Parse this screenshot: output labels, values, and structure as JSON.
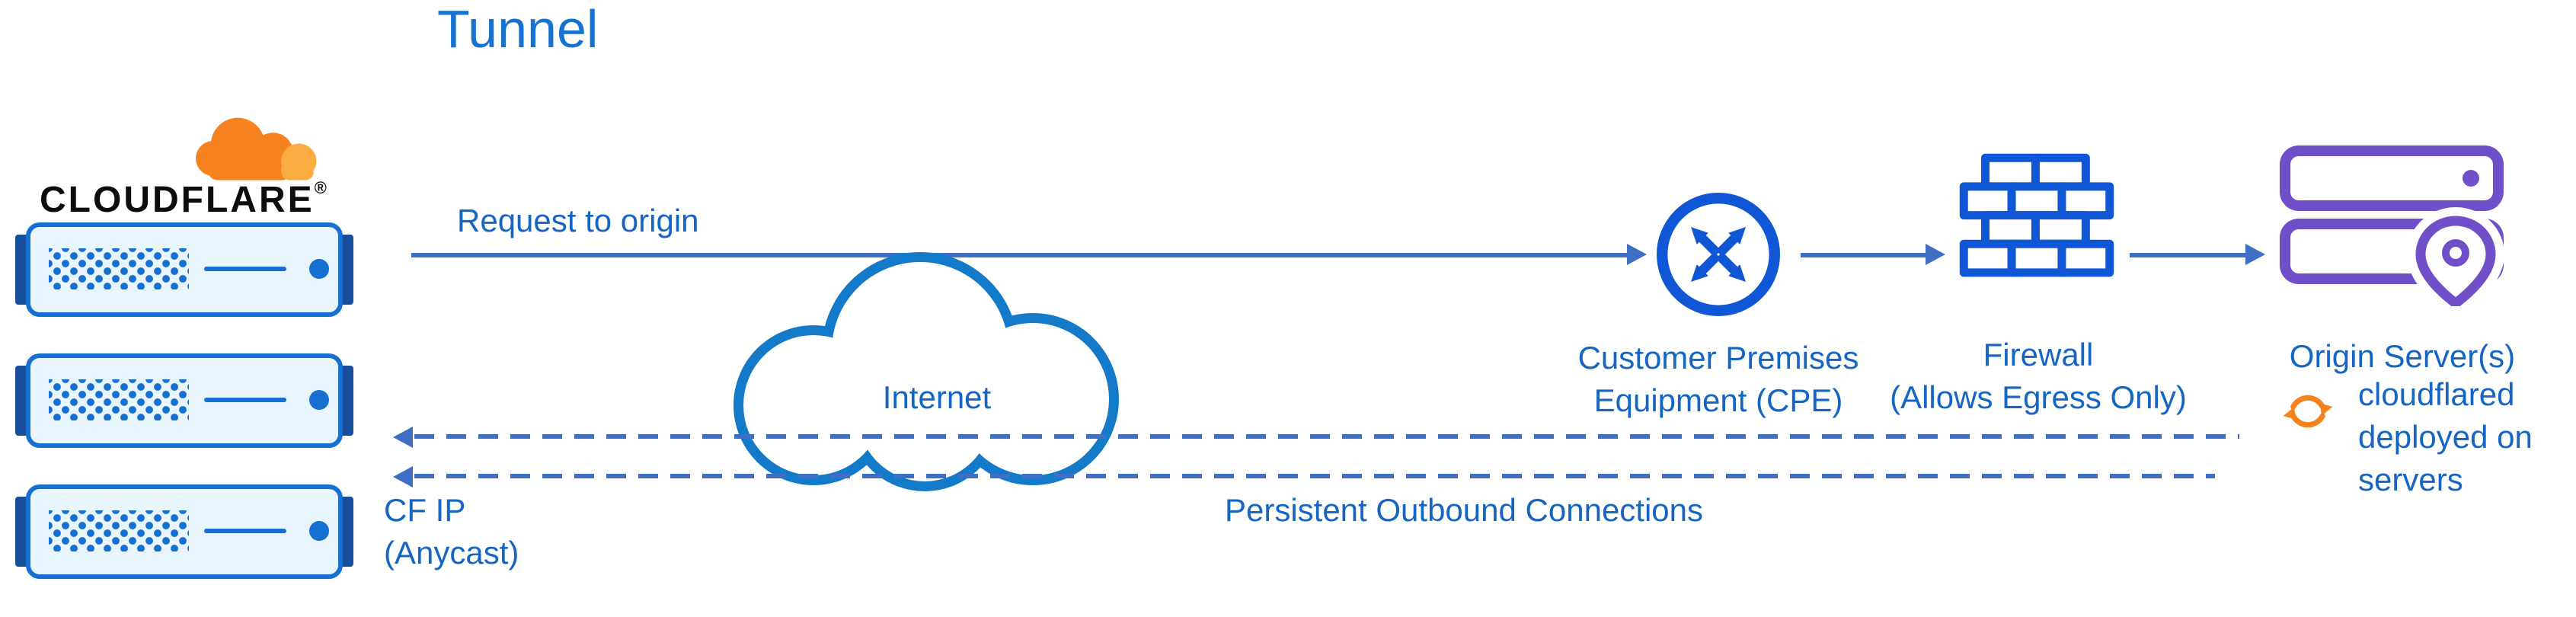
{
  "colors": {
    "title-blue": "#1673d1",
    "text-blue": "#1565c4",
    "line-blue": "#3e6fc5",
    "cloud-blue": "#137ac9",
    "icon-blue": "#1057d5",
    "server-blue": "#1670d1",
    "server-fill": "#e9f5fc",
    "server-tab": "#174f9c",
    "purple": "#7050c8",
    "orange": "#f6821f",
    "orange-light": "#fbad41",
    "wordmark-black": "#0d0d0d"
  },
  "title": "Tunnel",
  "cloudflare": {
    "wordmark": "CLOUDFLARE",
    "registered": "®",
    "cf_ip_line1": "CF IP",
    "cf_ip_line2": "(Anycast)"
  },
  "flow": {
    "request_label": "Request to origin",
    "persistent_label": "Persistent Outbound Connections"
  },
  "internet": {
    "label": "Internet"
  },
  "cpe": {
    "label_line1": "Customer Premises",
    "label_line2": "Equipment (CPE)"
  },
  "firewall": {
    "label_line1": "Firewall",
    "label_line2": "(Allows Egress Only)"
  },
  "origin": {
    "label": "Origin Server(s)",
    "cloudflared_line1": "cloudflared",
    "cloudflared_line2": "deployed on",
    "cloudflared_line3": "servers"
  },
  "icons": {
    "cloudflare-cloud-icon": "orange cloud logo",
    "server-icon": "edge server rack",
    "internet-cloud-icon": "outlined cloud",
    "cpe-router-icon": "circle with crossed arrows",
    "firewall-icon": "brick wall",
    "origin-servers-icon": "stacked servers with location pin",
    "location-pin-icon": "map pin",
    "cloudflared-sync-icon": "circular refresh arrows"
  }
}
